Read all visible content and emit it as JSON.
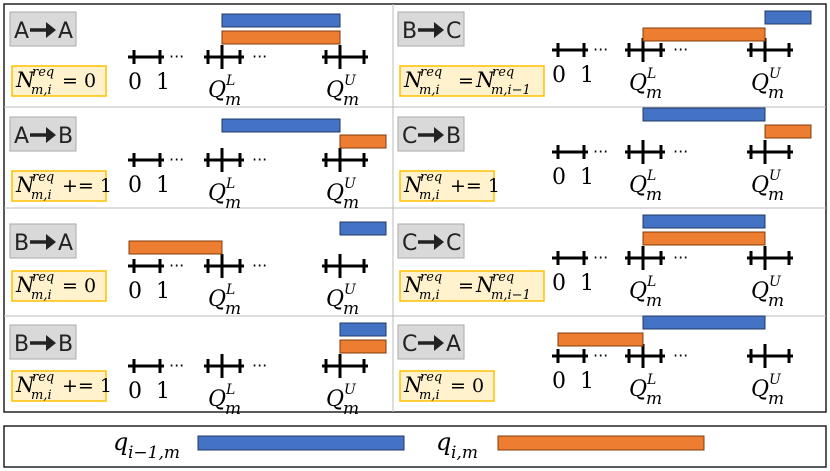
{
  "colors": {
    "prev": "#4472C4",
    "curr": "#ED7D31",
    "bar_stroke": "#1f3864",
    "bar_stroke_orange": "#843c0c",
    "tag_bg": "#d9d9d9",
    "rule_bg": "#fff2cc",
    "rule_border": "#ffc000"
  },
  "axis": {
    "tick0": "0",
    "tick1": "1",
    "ellipsis": "···",
    "ql_base": "Q",
    "ql_sub": "m",
    "ql_sup": "L",
    "qu_sup": "U"
  },
  "rules": {
    "zero": {
      "base": "N",
      "sup": "req",
      "sub": "m,i",
      "op": "= 0"
    },
    "inc": {
      "base": "N",
      "sup": "req",
      "sub": "m,i",
      "op": "+= 1"
    },
    "keep": {
      "base": "N",
      "sup": "req",
      "sub": "m,i",
      "op": "=",
      "rhs_base": "N",
      "rhs_sup": "req",
      "rhs_sub": "m,i−1"
    }
  },
  "panels": [
    {
      "id": "a-to-a",
      "from": "A",
      "to": "A",
      "rule": "zero",
      "bars": [
        {
          "series": "prev",
          "start": 0,
          "end": 1
        },
        {
          "series": "curr",
          "start": 0,
          "end": 1
        }
      ]
    },
    {
      "id": "a-to-b",
      "from": "A",
      "to": "B",
      "rule": "inc",
      "bars": [
        {
          "series": "prev",
          "start": 0,
          "end": 1
        },
        {
          "series": "curr",
          "start": 1,
          "end": 1.2
        }
      ]
    },
    {
      "id": "b-to-a",
      "from": "B",
      "to": "A",
      "rule": "zero",
      "bars": [
        {
          "series": "prev",
          "start": 1,
          "end": 1.2
        },
        {
          "series": "curr",
          "start": 0,
          "end": 0.4
        }
      ]
    },
    {
      "id": "b-to-b",
      "from": "B",
      "to": "B",
      "rule": "inc",
      "bars": [
        {
          "series": "prev",
          "start": 1,
          "end": 1.2
        },
        {
          "series": "curr",
          "start": 1,
          "end": 1.2
        }
      ]
    },
    {
      "id": "b-to-c",
      "from": "B",
      "to": "C",
      "rule": "keep",
      "bars": [
        {
          "series": "prev",
          "start": 1,
          "end": 1.2
        },
        {
          "series": "curr",
          "start": 0,
          "end": 1
        }
      ]
    },
    {
      "id": "c-to-b",
      "from": "C",
      "to": "B",
      "rule": "inc",
      "bars": [
        {
          "series": "prev",
          "start": 0,
          "end": 1
        },
        {
          "series": "curr",
          "start": 1,
          "end": 1.2
        }
      ]
    },
    {
      "id": "c-to-c",
      "from": "C",
      "to": "C",
      "rule": "keep",
      "bars": [
        {
          "series": "prev",
          "start": 0,
          "end": 1
        },
        {
          "series": "curr",
          "start": 0,
          "end": 1
        }
      ]
    },
    {
      "id": "c-to-a",
      "from": "C",
      "to": "A",
      "rule": "zero",
      "bars": [
        {
          "series": "prev",
          "start": 0,
          "end": 1
        },
        {
          "series": "curr",
          "start": -0.4,
          "end": 0
        }
      ]
    }
  ],
  "legend": {
    "prev": {
      "base": "q",
      "sub": "i−1,m"
    },
    "curr": {
      "base": "q",
      "sub": "i,m"
    }
  }
}
